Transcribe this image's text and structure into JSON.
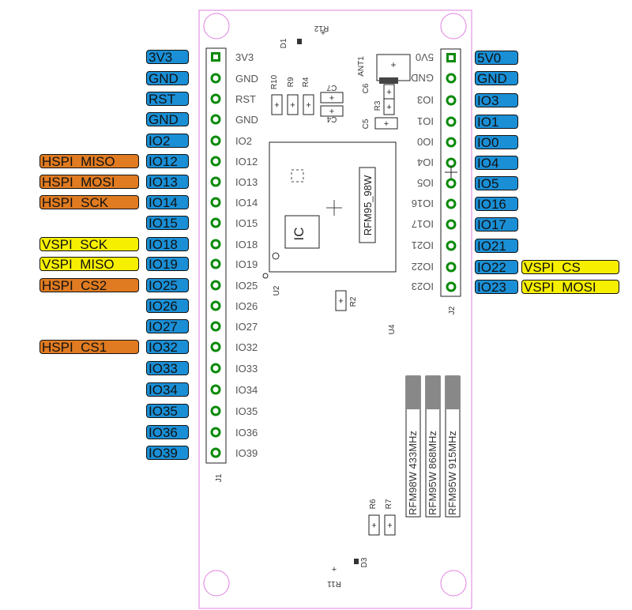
{
  "left_pins": [
    "3V3",
    "GND",
    "RST",
    "GND",
    "IO2",
    "IO12",
    "IO13",
    "IO14",
    "IO15",
    "IO18",
    "IO19",
    "IO25",
    "IO26",
    "IO27",
    "IO32",
    "IO33",
    "IO34",
    "IO35",
    "IO36",
    "IO39"
  ],
  "right_pins": [
    "5V0",
    "GND",
    "IO3",
    "IO1",
    "IO0",
    "IO4",
    "IO5",
    "IO16",
    "IO17",
    "IO21",
    "IO22",
    "IO23"
  ],
  "left_labels": [
    "3V3",
    "GND",
    "RST",
    "GND",
    "IO2",
    "IO12",
    "IO13",
    "IO14",
    "IO15",
    "IO18",
    "IO19",
    "IO25",
    "IO26",
    "IO27",
    "IO32",
    "IO33",
    "IO34",
    "IO35",
    "IO36",
    "IO39"
  ],
  "right_labels": [
    "5V0",
    "GND",
    "IO3",
    "IO1",
    "IO0",
    "IO4",
    "IO5",
    "IO16",
    "IO17",
    "IO21",
    "IO22",
    "IO23"
  ],
  "left_functions": [
    {
      "text": "HSPI_MISO",
      "color": "orange",
      "pin": "IO12"
    },
    {
      "text": "HSPI_MOSI",
      "color": "orange",
      "pin": "IO13"
    },
    {
      "text": "HSPI_SCK",
      "color": "orange",
      "pin": "IO14"
    },
    {
      "text": "VSPI_SCK",
      "color": "yellow",
      "pin": "IO18"
    },
    {
      "text": "VSPI_MISO",
      "color": "yellow",
      "pin": "IO19"
    },
    {
      "text": "HSPI_CS2",
      "color": "orange",
      "pin": "IO25"
    },
    {
      "text": "HSPI_CS1",
      "color": "orange",
      "pin": "IO32"
    }
  ],
  "right_functions": [
    {
      "text": "VSPI_CS",
      "color": "yellow",
      "pin": "IO22"
    },
    {
      "text": "VSPI_MOSI",
      "color": "yellow",
      "pin": "IO23"
    }
  ],
  "colors": {
    "blue": "#1a8fd6",
    "orange": "#e07b21",
    "yellow": "#f7ef00",
    "board_outline": "#e080e0",
    "pin_green": "#0a8a0a"
  },
  "components": {
    "J1": "J1",
    "J2": "J2",
    "U2": "U2",
    "U4": "U4",
    "ANT1": "ANT1",
    "R2": "R2",
    "R3": "R3",
    "R4": "R4",
    "R6": "R6",
    "R7": "R7",
    "R9": "R9",
    "R10": "R10",
    "R11": "R11",
    "R12": "R12",
    "C4": "C4",
    "C5": "C5",
    "C6": "C6",
    "C7": "C7",
    "D1": "D1",
    "D3": "D3",
    "ic_label": "IC",
    "module_label": "RFM95_98W"
  },
  "modules": [
    "RFM98W 433MHz",
    "RFM95W 868MHz",
    "RFM95W 915MHz"
  ]
}
